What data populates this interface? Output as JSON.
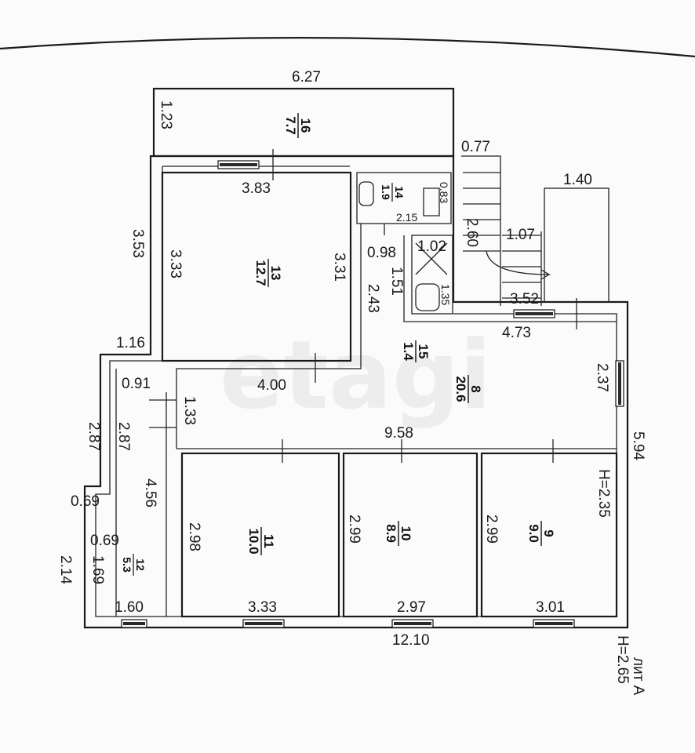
{
  "rooms": [
    {
      "num": "16",
      "area": "7.7"
    },
    {
      "num": "13",
      "area": "12.7"
    },
    {
      "num": "14",
      "area": "1.9"
    },
    {
      "num": "15",
      "area": "1.4"
    },
    {
      "num": "8",
      "area": "20.6"
    },
    {
      "num": "11",
      "area": "10.0"
    },
    {
      "num": "10",
      "area": "8.9"
    },
    {
      "num": "9",
      "area": "9.0"
    },
    {
      "num": "12",
      "area": "5.3"
    }
  ],
  "dims": {
    "d627": "6.27",
    "d123": "1.23",
    "d383": "3.83",
    "d353": "3.53",
    "d333": "3.33",
    "d331": "3.31",
    "d077": "0.77",
    "d140": "1.40",
    "d215": "2.15",
    "d083": "0.83",
    "d260": "2.60",
    "d107": "1.07",
    "d098": "0.98",
    "d102": "1.02",
    "d151": "1.51",
    "d135": "1.35",
    "d243": "2.43",
    "d352": "3.52",
    "d473": "4.73",
    "d116": "1.16",
    "d091": "0.91",
    "d400": "4.00",
    "d133": "1.33",
    "d237": "2.37",
    "d287a": "2.87",
    "d287b": "2.87",
    "d958": "9.58",
    "d594": "5.94",
    "d456": "4.56",
    "d069a": "0.69",
    "d069b": "0.69",
    "d169": "1.69",
    "d214": "2.14",
    "d160": "1.60",
    "d298": "2.98",
    "d333b": "3.33",
    "d299a": "2.99",
    "d297": "2.97",
    "d299b": "2.99",
    "d301": "3.01",
    "d1210": "12.10",
    "h235": "H=2.35",
    "h265": "H=2.65",
    "lit": "лит А"
  },
  "watermark": "etagi"
}
